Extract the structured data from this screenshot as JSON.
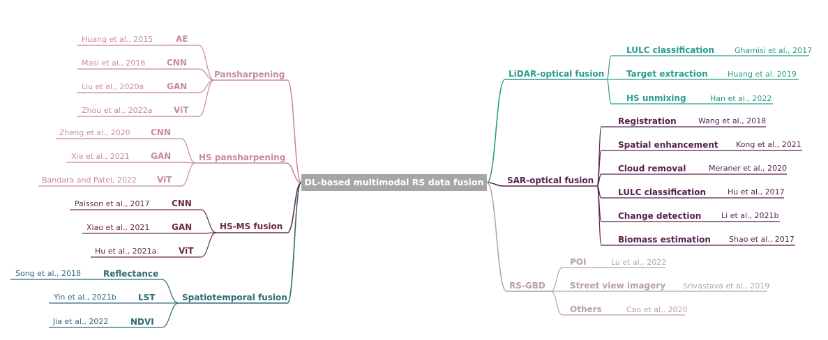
{
  "title": "DL-based multimodal RS data fusion",
  "colors": {
    "pink": "#c78a98",
    "plum": "#6b2846",
    "teal": "#2c6a74",
    "green": "#2a9d8a",
    "purple": "#58214f",
    "mauve": "#b6a2a8",
    "root_bg": "#a6a6a6"
  },
  "branches": {
    "pansharpening": {
      "label": "Pansharpening",
      "items": [
        {
          "method": "AE",
          "ref": "Huang et al., 2015"
        },
        {
          "method": "CNN",
          "ref": "Masi et al., 2016"
        },
        {
          "method": "GAN",
          "ref": "Liu et al., 2020a"
        },
        {
          "method": "ViT",
          "ref": "Zhou et al., 2022a"
        }
      ]
    },
    "hs_pansharpening": {
      "label": "HS pansharpening",
      "items": [
        {
          "method": "CNN",
          "ref": "Zheng et al., 2020"
        },
        {
          "method": "GAN",
          "ref": "Xie et al., 2021"
        },
        {
          "method": "ViT",
          "ref": "Bandara and Patel, 2022"
        }
      ]
    },
    "hs_ms": {
      "label": "HS-MS fusion",
      "items": [
        {
          "method": "CNN",
          "ref": "Palsson et al., 2017"
        },
        {
          "method": "GAN",
          "ref": "Xiao et al., 2021"
        },
        {
          "method": "ViT",
          "ref": "Hu et al., 2021a"
        }
      ]
    },
    "spatiotemporal": {
      "label": "Spatiotemporal fusion",
      "items": [
        {
          "method": "Reflectance",
          "ref": "Song et al., 2018"
        },
        {
          "method": "LST",
          "ref": "Yin et al., 2021b"
        },
        {
          "method": "NDVI",
          "ref": "Jia et al., 2022"
        }
      ]
    },
    "lidar": {
      "label": "LiDAR-optical fusion",
      "items": [
        {
          "task": "LULC classification",
          "ref": "Ghamisi et al., 2017"
        },
        {
          "task": "Target extraction",
          "ref": "Huang et al. 2019"
        },
        {
          "task": "HS unmixing",
          "ref": "Han et al., 2022"
        }
      ]
    },
    "sar": {
      "label": "SAR-optical fusion",
      "items": [
        {
          "task": "Registration",
          "ref": "Wang et al., 2018"
        },
        {
          "task": "Spatial enhancement",
          "ref": "Kong et al., 2021"
        },
        {
          "task": "Cloud removal",
          "ref": "Meraner et al., 2020"
        },
        {
          "task": "LULC classification",
          "ref": "Hu et al., 2017"
        },
        {
          "task": "Change detection",
          "ref": "Li et al., 2021b"
        },
        {
          "task": "Biomass estimation",
          "ref": "Shao et al., 2017"
        }
      ]
    },
    "gbd": {
      "label": "RS-GBD",
      "items": [
        {
          "task": "POI",
          "ref": "Lu et al., 2022"
        },
        {
          "task": "Street view imagery",
          "ref": "Srivastava et al., 2019"
        },
        {
          "task": "Others",
          "ref": "Cao et al., 2020"
        }
      ]
    }
  }
}
